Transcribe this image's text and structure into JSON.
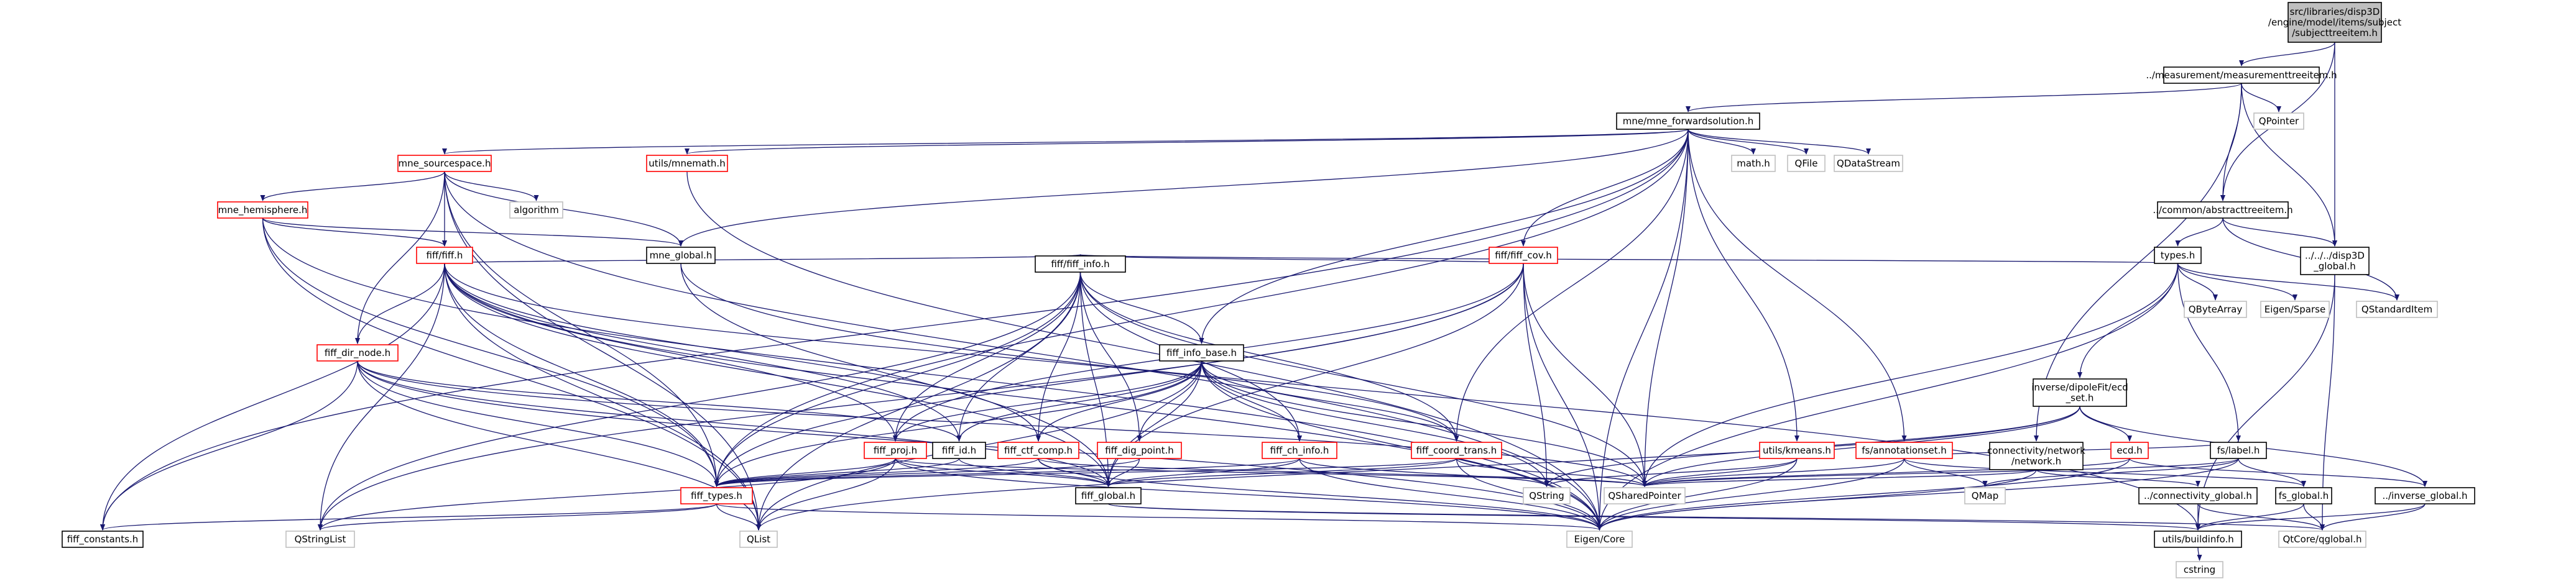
{
  "colors": {
    "edge": "#191970",
    "node_border_linked": "#000000",
    "node_border_truncated": "#ff0000",
    "node_border_external": "#bfbfbf",
    "node_fill": "#ffffff",
    "root_fill": "#bfbfbf"
  },
  "nodes": {
    "root": [
      "src/libraries/disp3D",
      "/engine/model/items/subject",
      "/subjecttreeitem.h"
    ],
    "measurementtreeitem": [
      "../measurement/measurementtreeitem.h"
    ],
    "abstracttreeitem": [
      "../common/abstracttreeitem.h"
    ],
    "disp3d_global": [
      "../../../disp3D",
      "_global.h"
    ],
    "qpointer": [
      "QPointer"
    ],
    "mne_forwardsolution": [
      "mne/mne_forwardsolution.h"
    ],
    "types": [
      "types.h"
    ],
    "mne_sourcespace": [
      "mne_sourcespace.h"
    ],
    "utils_mnemath": [
      "utils/mnemath.h"
    ],
    "math": [
      "math.h"
    ],
    "qfile": [
      "QFile"
    ],
    "qdatastream": [
      "QDataStream"
    ],
    "mne_global": [
      "mne_global.h"
    ],
    "fiff_cov": [
      "fiff/fiff_cov.h"
    ],
    "mne_hemisphere": [
      "mne_hemisphere.h"
    ],
    "algorithm": [
      "algorithm"
    ],
    "fiff_fiff": [
      "fiff/fiff.h"
    ],
    "fiff_info": [
      "fiff/fiff_info.h"
    ],
    "qbytearray": [
      "QByteArray"
    ],
    "eigen_sparse": [
      "Eigen/Sparse"
    ],
    "qstandarditem": [
      "QStandardItem"
    ],
    "dipolefit": [
      "inverse/dipoleFit/ecd",
      "_set.h"
    ],
    "connectivity_network": [
      "connectivity/network",
      "/network.h"
    ],
    "fiff_info_base": [
      "fiff_info_base.h"
    ],
    "fiff_dir_node": [
      "fiff_dir_node.h"
    ],
    "ecd": [
      "ecd.h"
    ],
    "fs_label": [
      "fs/label.h"
    ],
    "fiff_proj": [
      "fiff_proj.h"
    ],
    "fiff_id": [
      "fiff_id.h"
    ],
    "fiff_ctf_comp": [
      "fiff_ctf_comp.h"
    ],
    "fiff_dig_point": [
      "fiff_dig_point.h"
    ],
    "fiff_ch_info": [
      "fiff_ch_info.h"
    ],
    "fiff_coord_trans": [
      "fiff_coord_trans.h"
    ],
    "utils_kmeans": [
      "utils/kmeans.h"
    ],
    "fs_annotationset": [
      "fs/annotationset.h"
    ],
    "qstring": [
      "QString"
    ],
    "qsharedpointer": [
      "QSharedPointer"
    ],
    "fiff_types": [
      "fiff_types.h"
    ],
    "fiff_global": [
      "fiff_global.h"
    ],
    "qmap": [
      "QMap"
    ],
    "connectivity_global": [
      "../connectivity_global.h"
    ],
    "fs_global": [
      "fs_global.h"
    ],
    "inverse_global": [
      "../inverse_global.h"
    ],
    "fiff_constants": [
      "fiff_constants.h"
    ],
    "qstringlist": [
      "QStringList"
    ],
    "qlist": [
      "QList"
    ],
    "eigen_core": [
      "Eigen/Core"
    ],
    "utils_buildinfo": [
      "utils/buildinfo.h"
    ],
    "qtcore_qglobal": [
      "QtCore/qglobal.h"
    ],
    "cstring": [
      "cstring"
    ]
  }
}
